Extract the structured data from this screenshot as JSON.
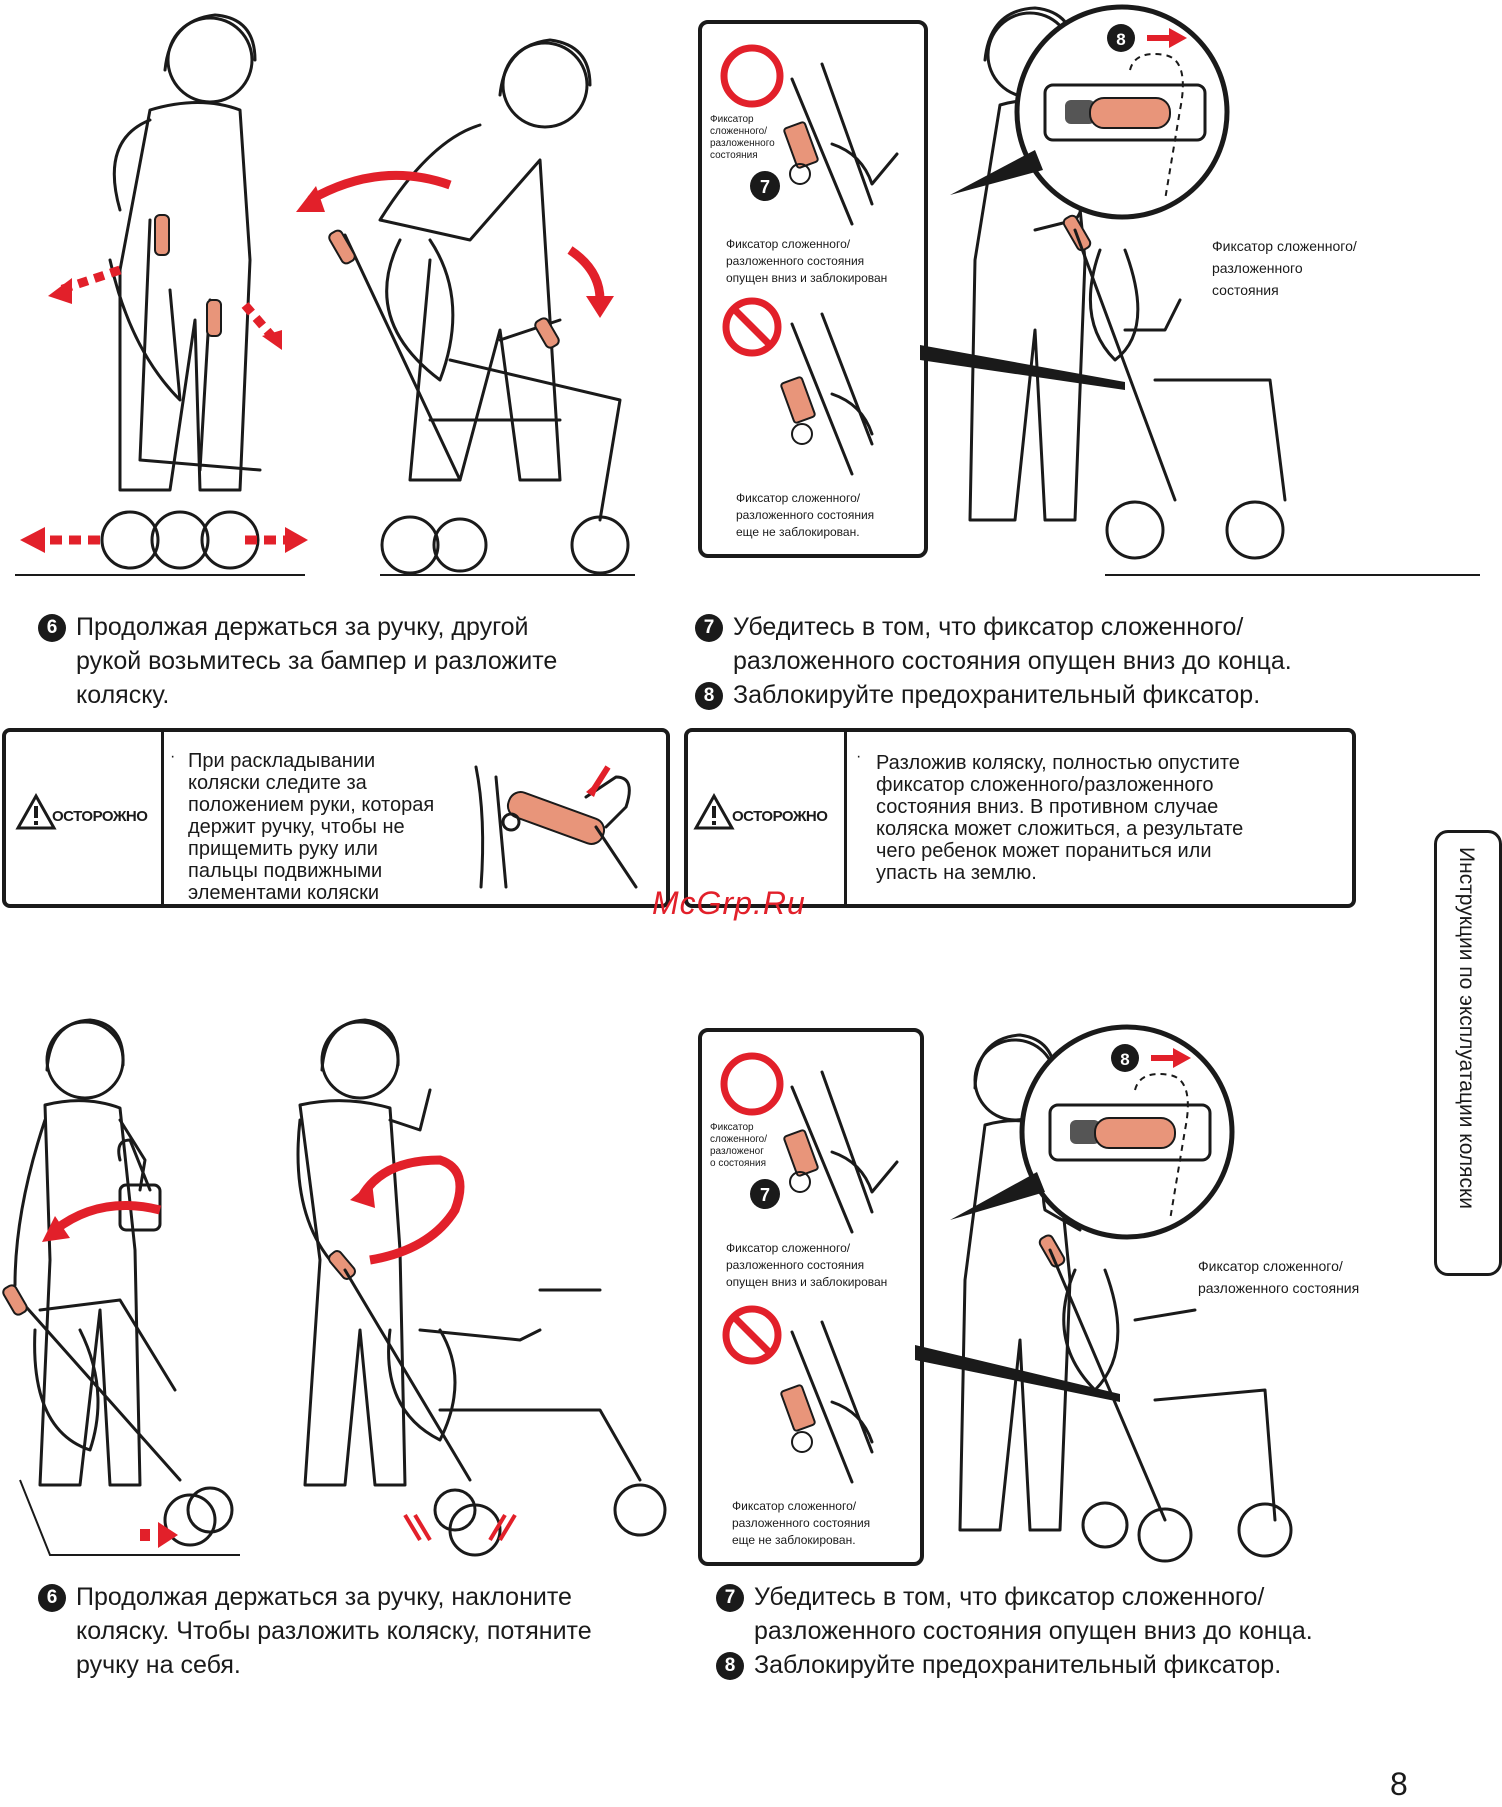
{
  "steps": {
    "top_6": "Продолжая держаться за ручку, другой\nрукой возьмитесь за бампер и разложите\nколяску.",
    "top_7": "Убедитесь в том, что фиксатор сложенного/\nразложенного состояния опущен вниз до конца.",
    "top_8": "Заблокируйте предохранительный фиксатор.",
    "bottom_6": "Продолжая держаться за ручку, наклоните\nколяску. Чтобы разложить коляску, потяните\nручку на себя.",
    "bottom_7": "Убедитесь в том, что фиксатор сложенного/\nразложенного состояния опущен вниз до конца.",
    "bottom_8": "Заблокируйте предохранительный фиксатор.",
    "num_6": "6",
    "num_7": "7",
    "num_8": "8"
  },
  "warnings": {
    "label": "ОСТОРОЖНО",
    "bullet": "·",
    "left_text": "При раскладывании\nколяски следите за\nположением руки, которая\nдержит ручку, чтобы не\nприщемить руку или\nпальцы подвижными\nэлементами коляски",
    "right_text": "Разложив коляску, полностью опустите\nфиксатор сложенного/разложенного\nсостояния вниз. В противном случае\nколяска может сложиться, а результате\nчего ребенок может пораниться или\nупасть на землю."
  },
  "captions": {
    "top_lock_label": "Фиксатор\nсложенного/\nразложенного\nсостояния",
    "top_ok": "Фиксатор сложенного/\nразложенного состояния\nопущен вниз и заблокирован",
    "top_not_ok": "Фиксатор сложенного/\nразложенного состояния\nеще не заблокирован.",
    "top_right_label": "Фиксатор сложенного/\nразложенного\nсостояния",
    "bottom_lock_label": "Фиксатор\nсложенного/\nразложеног\nо состояния",
    "bottom_ok": "Фиксатор сложенного/\nразложенного состояния\nопущен вниз и заблокирован",
    "bottom_not_ok": "Фиксатор сложенного/\nразложенного состояния\nеще не заблокирован.",
    "bottom_right_label": "Фиксатор сложенного/\nразложенного состояния",
    "badge_7": "7",
    "badge_8": "8"
  },
  "side_tab": "Инструкции по эксплуатации коляски",
  "watermark": "McGrp.Ru",
  "page_number": "8",
  "colors": {
    "accent_red": "#e2202a",
    "lock_salmon": "#e8957a",
    "ink": "#1a1a1a"
  },
  "icons": [
    "warning-triangle-icon",
    "ok-circle-icon",
    "prohibited-icon",
    "arrow-icon"
  ]
}
